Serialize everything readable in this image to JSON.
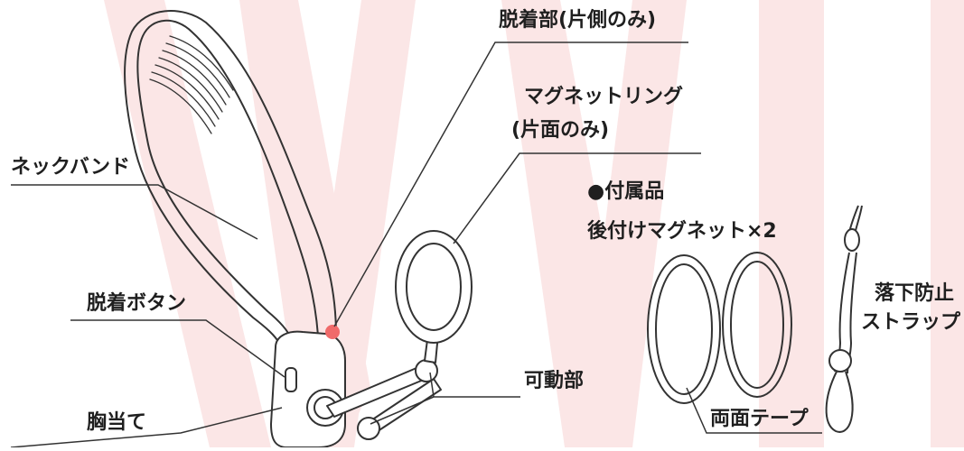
{
  "labels": {
    "detach_part": "脱着部(片側のみ)",
    "magnet_ring_line1": "マグネットリング",
    "magnet_ring_line2": "(片面のみ)",
    "neckband": "ネックバンド",
    "accessories_heading": "●付属品",
    "retrofit_magnet": "後付けマグネット×2",
    "drop_strap_line1": "落下防止",
    "drop_strap_line2": "ストラップ",
    "detach_button": "脱着ボタン",
    "movable_part": "可動部",
    "chest_pad": "胸当て",
    "double_sided_tape": "両面テープ"
  },
  "colors": {
    "watermark": "#fbe6e6",
    "line": "#333333",
    "marker": "#f06a6a"
  },
  "icons": {
    "accessories_bullet": "black-circle-bullet"
  }
}
